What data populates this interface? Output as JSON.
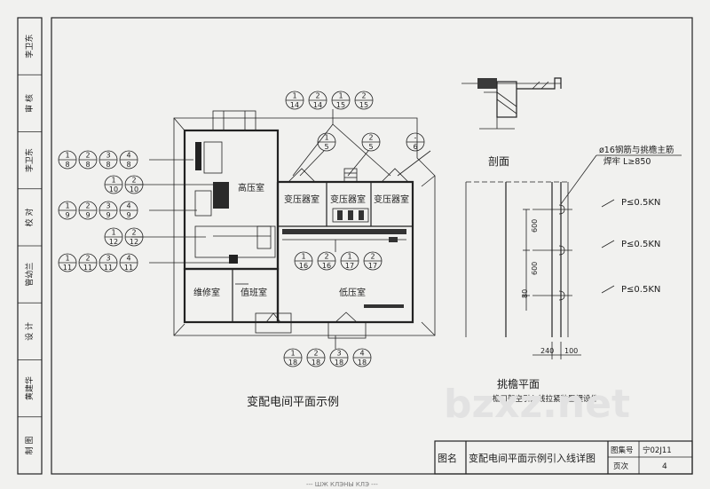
{
  "signature_column": {
    "cells": [
      "李卫东",
      "审 核",
      "李卫东",
      "校 对",
      "管幼兰",
      "设 计",
      "黄建华",
      "制 图"
    ]
  },
  "plan": {
    "title": "变配电间平面示例",
    "rooms": {
      "high_voltage": "高压室",
      "transformer_1": "变压器室",
      "transformer_2": "变压器室",
      "transformer_3": "变压器室",
      "maintenance": "维修室",
      "duty": "值班室",
      "low_voltage": "低压室"
    },
    "callouts_left": [
      [
        "1/8",
        "2/8",
        "3/8",
        "4/8"
      ],
      [
        "1/10",
        "2/10"
      ],
      [
        "1/9",
        "2/9",
        "3/9",
        "4/9"
      ],
      [
        "1/12",
        "2/12"
      ],
      [
        "1/11",
        "2/11",
        "3/11",
        "4/11"
      ]
    ],
    "callouts_top": [
      "1/14",
      "2/14",
      "1/15",
      "2/15"
    ],
    "callouts_transformer": [
      "1/5",
      "2/5",
      "-/6"
    ],
    "callouts_mid": [
      "1/16",
      "2/16",
      "1/17",
      "2/17"
    ],
    "callouts_bottom": [
      "1/18",
      "2/18",
      "3/18",
      "4/18"
    ]
  },
  "section": {
    "title": "剖面",
    "note": "ø16钢筋与挑檐主筋",
    "note2": "焊牢 L≥850"
  },
  "eave_plan": {
    "title": "挑檐平面",
    "subtitle": "檐口架空引入线拉紧装置埋设件",
    "loads": [
      "P≤0.5KN",
      "P≤0.5KN",
      "P≤0.5KN"
    ],
    "dim_600a": "600",
    "dim_600b": "600",
    "dim_80": "80",
    "dim_240": "240",
    "dim_100": "100"
  },
  "title_block": {
    "label": "图名",
    "drawing_name": "变配电间平面示例引入线详图",
    "atlas_label": "图集号",
    "atlas_no": "宁02J11",
    "page_label": "页次",
    "page_no": "4"
  },
  "watermark": "bzxz.net",
  "footer": "--- ШЖ КЛЭНЫ КЛЭ ---"
}
